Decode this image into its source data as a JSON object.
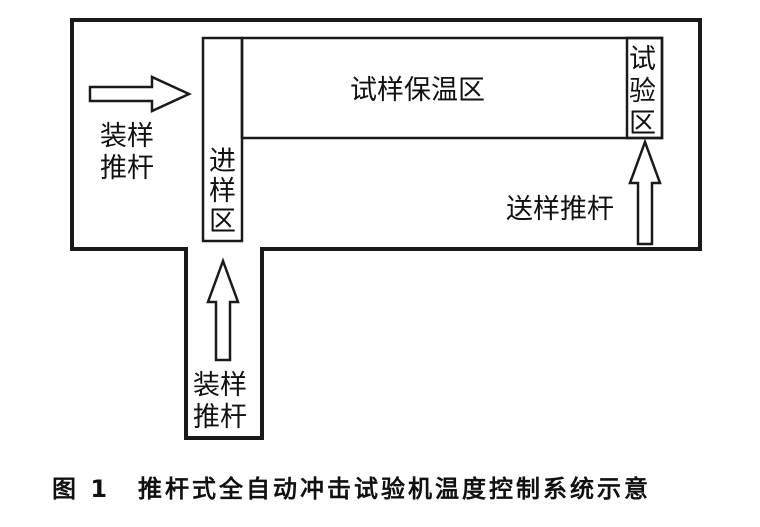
{
  "labels": {
    "load_pusher_left": [
      "装样",
      "推杆"
    ],
    "feed_zone": [
      "进",
      "样",
      "区"
    ],
    "hold_zone": "试样保温区",
    "test_zone": [
      "试",
      "验",
      "区"
    ],
    "send_pusher": "送样推杆",
    "load_pusher_bottom": [
      "装样",
      "推杆"
    ]
  },
  "caption": {
    "number": "图 1",
    "text": "推杆式全自动冲击试验机温度控制系统示意"
  },
  "colors": {
    "line": "#1a1a1a",
    "background": "#ffffff"
  }
}
